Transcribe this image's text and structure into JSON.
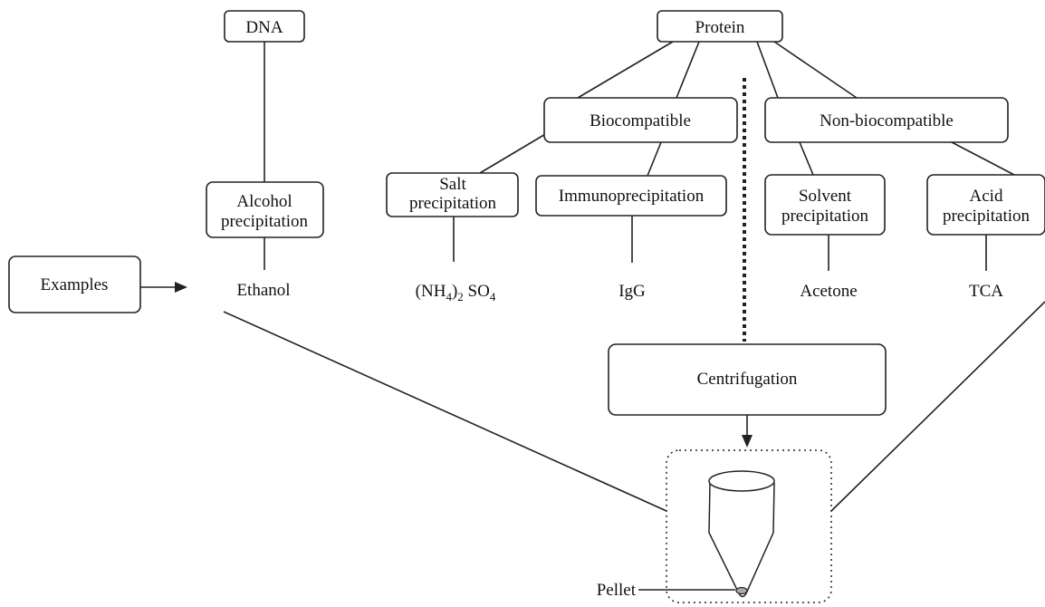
{
  "nodes": {
    "dna": "DNA",
    "protein": "Protein",
    "biocompatible": "Biocompatible",
    "non_biocompatible": "Non-biocompatible",
    "alcohol_precipitation": [
      "Alcohol",
      "precipitation"
    ],
    "salt_precipitation": [
      "Salt",
      "precipitation"
    ],
    "immunoprecipitation": "Immunoprecipitation",
    "solvent_precipitation": [
      "Solvent",
      "precipitation"
    ],
    "acid_precipitation": [
      "Acid",
      "precipitation"
    ],
    "examples": "Examples",
    "centrifugation": "Centrifugation",
    "pellet": "Pellet"
  },
  "examples": {
    "ethanol": "Ethanol",
    "ammonium_sulfate": {
      "nh": "(NH",
      "sub4": "4",
      "close": ")",
      "sub2": "2",
      "so": " SO",
      "sub4b": "4"
    },
    "igg": "IgG",
    "acetone": "Acetone",
    "tca": "TCA"
  }
}
